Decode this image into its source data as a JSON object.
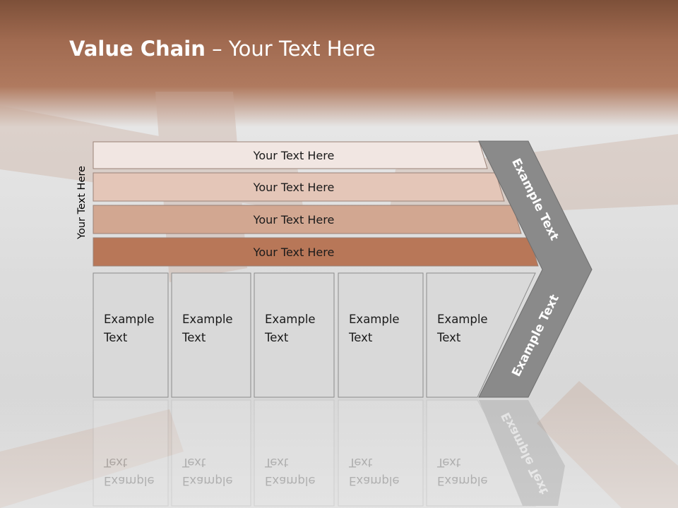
{
  "slide": {
    "title_bold": "Value Chain",
    "title_rest": " – Your Text Here",
    "side_label": "Your Text Here"
  },
  "support_bars": [
    {
      "label": "Your Text Here",
      "color": "#f1e6e2"
    },
    {
      "label": "Your Text Here",
      "color": "#e4c6b8"
    },
    {
      "label": "Your Text Here",
      "color": "#d2a791"
    },
    {
      "label": "Your Text Here",
      "color": "#b87758"
    }
  ],
  "primary_boxes": [
    {
      "line1": "Example",
      "line2": "Text"
    },
    {
      "line1": "Example",
      "line2": "Text"
    },
    {
      "line1": "Example",
      "line2": "Text"
    },
    {
      "line1": "Example",
      "line2": "Text"
    },
    {
      "line1": "Example",
      "line2": "Text"
    }
  ],
  "chevron": {
    "upper_label": "Example Text",
    "lower_label": "Example Text",
    "color": "#8a8a8a"
  },
  "colors": {
    "header": "#a86c50",
    "box_fill": "#d9d9d9",
    "box_stroke": "#8c8c8c"
  }
}
